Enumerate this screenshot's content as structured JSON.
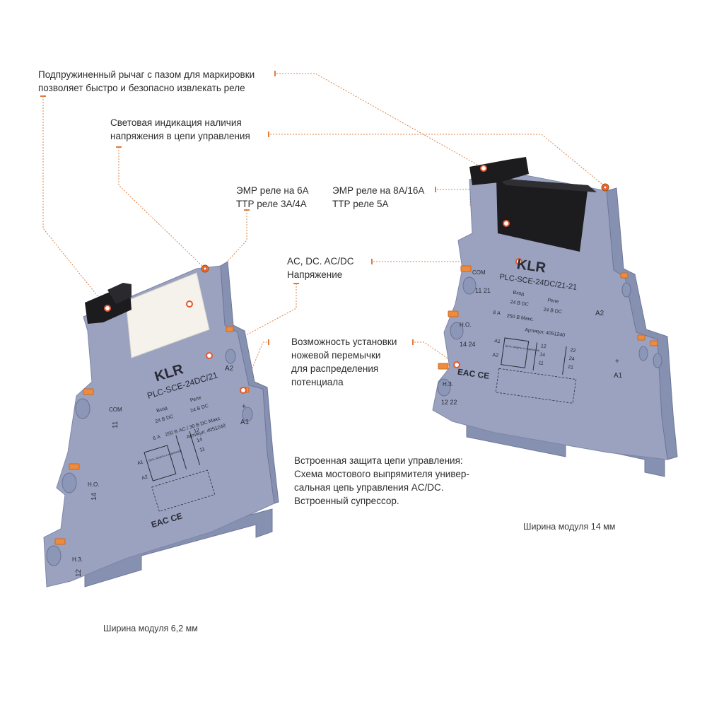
{
  "callouts": {
    "lever_line1": "Подпружиненный рычаг с пазом для маркировки",
    "lever_line2": "позволяет быстро и безопасно извлекать реле",
    "led_line1": "Световая индикация наличия",
    "led_line2": "напряжения в цепи управления",
    "emr6_line1": "ЭМР реле на 6А",
    "emr6_line2": "ТТР реле 3А/4А",
    "emr8_line1": "ЭМР реле на 8А/16А",
    "emr8_line2": "ТТР реле 5А",
    "voltage_line1": "AC, DC. AC/DC",
    "voltage_line2": "Напряжение",
    "bridge_line1": "Возможность установки",
    "bridge_line2": "ножевой перемычки",
    "bridge_line3": "для распределения",
    "bridge_line4": "потенциала",
    "protect_line1": "Встроенная защита цепи управления:",
    "protect_line2": "Схема мостового выпрямителя универ-",
    "protect_line3": "сальная цепь управления AC/DC.",
    "protect_line4": "Встроенный супрессор."
  },
  "captions": {
    "width_14": "Ширина модуля 14 мм",
    "width_62": "Ширина модуля 6,2 мм"
  },
  "module_small": {
    "brand": "KLR",
    "model": "PLC-SCE-24DC/21",
    "input_label": "Вход",
    "input_value": "24 В DC",
    "relay_label": "Реле",
    "relay_value": "24 В DC",
    "rating_current": "6 А",
    "rating_voltage": "250 В AC / 30 В DC Макс.",
    "article": "Артикул: 4051240",
    "circuit_label": "Цепь защиты и индикации",
    "marks": "EAC CE",
    "term_com": "COM",
    "term_11": "11",
    "term_no": "Н.О.",
    "term_14": "14",
    "term_nc": "Н.З.",
    "term_12": "12",
    "term_a2": "A2",
    "term_a1": "A1",
    "term_plus": "+",
    "pins_right": [
      "12",
      "14",
      "11"
    ],
    "pins_left": [
      "A1",
      "A2"
    ]
  },
  "module_large": {
    "brand": "KLR",
    "model": "PLC-SCE-24DC/21-21",
    "input_label": "Вход",
    "input_value": "24 В DC",
    "relay_label": "Реле",
    "relay_value": "24 В DC",
    "rating_current": "8 А",
    "rating_voltage": "250 В Макс.",
    "article": "Артикул: 4051240",
    "circuit_label": "Цепь защиты и индикации",
    "marks": "EAC CE",
    "term_com": "COM",
    "term_11_21": "11 21",
    "term_no": "Н.О.",
    "term_14_24": "14 24",
    "term_nc": "Н.З.",
    "term_12_22": "12 22",
    "term_a2": "A2",
    "term_a1": "A1",
    "term_plus": "+",
    "pins_mid": [
      "12",
      "14",
      "11"
    ],
    "pins_right": [
      "22",
      "24",
      "21"
    ],
    "pins_left": [
      "A1",
      "A2"
    ]
  },
  "colors": {
    "accent": "#e07b39",
    "housing": "#9aa2bf",
    "relay_black": "#1c1c1f",
    "terminal_orange": "#f08a3c"
  }
}
